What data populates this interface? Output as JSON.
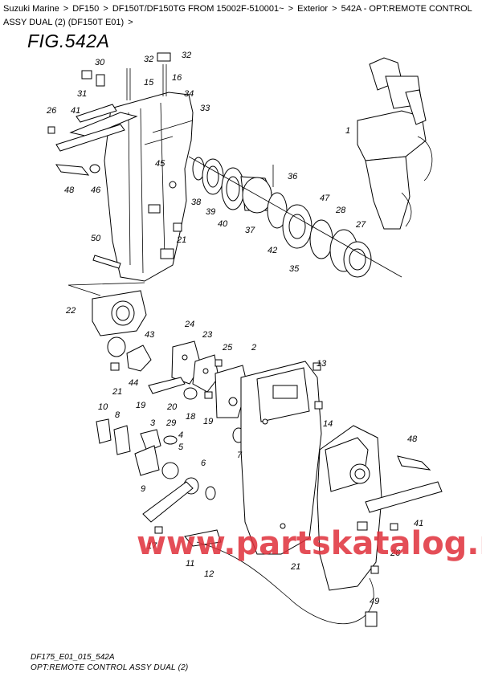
{
  "breadcrumb": {
    "items": [
      "Suzuki Marine",
      "DF150",
      "DF150T/DF150TG FROM 15002F-510001~",
      "Exterior",
      "542A - OPT:REMOTE CONTROL ASSY DUAL (2) (DF150T E01)"
    ],
    "separator": ">",
    "trailing": ">"
  },
  "figure": {
    "title": "FIG.542A"
  },
  "part_labels": [
    "1",
    "2",
    "3",
    "4",
    "5",
    "6",
    "7",
    "8",
    "9",
    "10",
    "11",
    "12",
    "13",
    "14",
    "15",
    "16",
    "17",
    "18",
    "19",
    "20",
    "21",
    "22",
    "23",
    "24",
    "25",
    "26",
    "27",
    "28",
    "29",
    "30",
    "31",
    "32",
    "33",
    "34",
    "35",
    "36",
    "37",
    "38",
    "39",
    "40",
    "41",
    "42",
    "43",
    "44",
    "45",
    "46",
    "47",
    "48",
    "49",
    "50"
  ],
  "watermark": "www.partskatalog.ru",
  "footer": {
    "code": "DF175_E01_015_542A",
    "caption": "OPT:REMOTE CONTROL ASSY DUAL (2)"
  },
  "colors": {
    "line": "#000000",
    "background": "#ffffff",
    "watermark": "#e0303a"
  }
}
